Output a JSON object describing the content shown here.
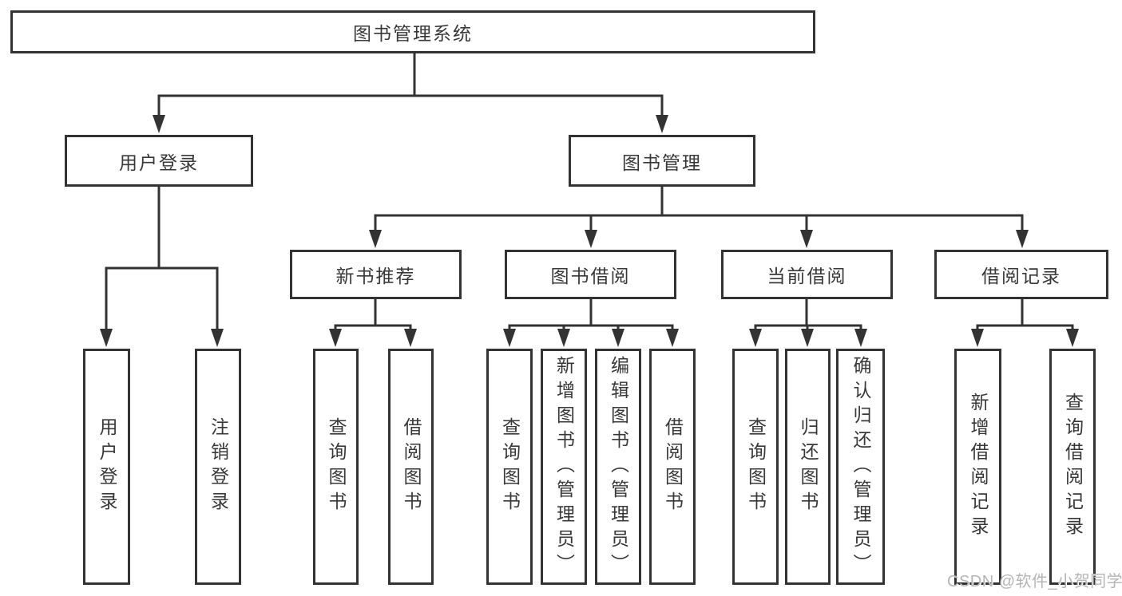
{
  "diagram": {
    "root": {
      "label": "图书管理系统"
    },
    "branches": [
      {
        "label": "用户登录",
        "children": [
          {
            "label": "用户登录"
          },
          {
            "label": "注销登录"
          }
        ]
      },
      {
        "label": "图书管理",
        "children": [
          {
            "label": "新书推荐",
            "children": [
              {
                "label": "查询图书"
              },
              {
                "label": "借阅图书"
              }
            ]
          },
          {
            "label": "图书借阅",
            "children": [
              {
                "label": "查询图书"
              },
              {
                "label": "新增图书（管理员）"
              },
              {
                "label": "编辑图书（管理员）"
              },
              {
                "label": "借阅图书"
              }
            ]
          },
          {
            "label": "当前借阅",
            "children": [
              {
                "label": "查询图书"
              },
              {
                "label": "归还图书"
              },
              {
                "label": "确认归还（管理员）"
              }
            ]
          },
          {
            "label": "借阅记录",
            "children": [
              {
                "label": "新增借阅记录"
              },
              {
                "label": "查询借阅记录"
              }
            ]
          }
        ]
      }
    ]
  },
  "watermark": {
    "text": "CSDN @软件_小贺同学"
  },
  "colors": {
    "line": "#333333",
    "text": "#383838",
    "box_background": "#ffffff",
    "page_background": "#ffffff",
    "watermark": "#b5b5b5"
  }
}
